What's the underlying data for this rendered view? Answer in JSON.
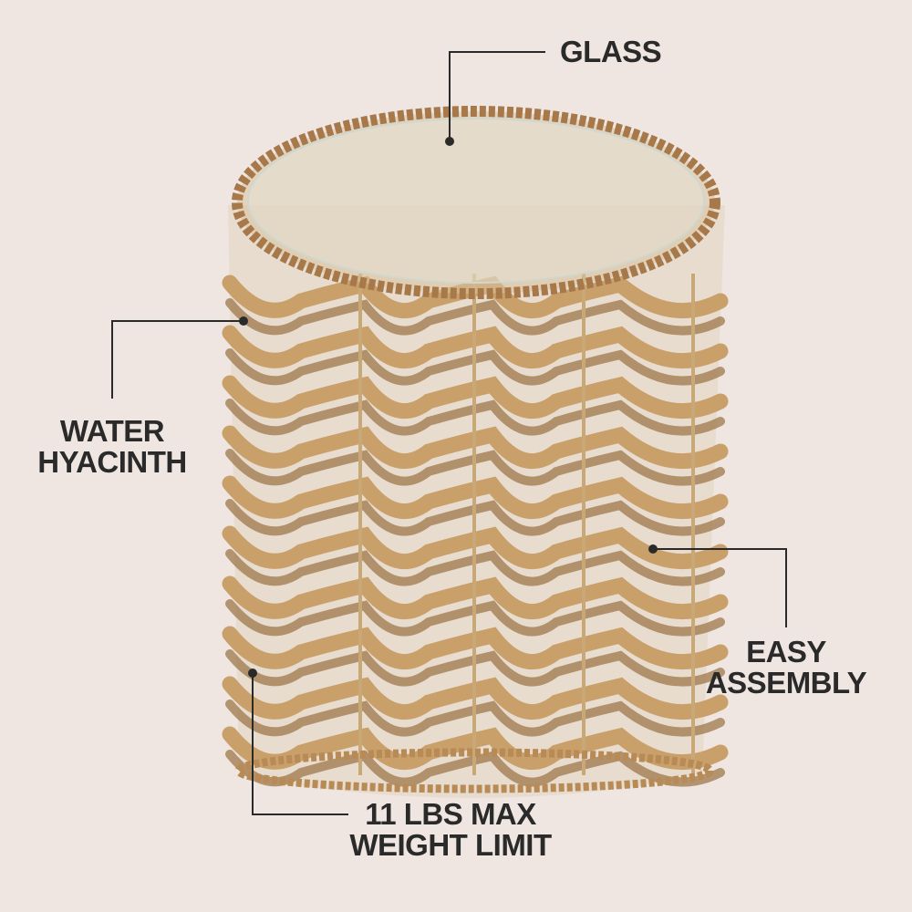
{
  "callouts": {
    "glass": {
      "line1": "GLASS"
    },
    "material": {
      "line1": "WATER",
      "line2": "HYACINTH"
    },
    "assembly": {
      "line1": "EASY",
      "line2": "ASSEMBLY"
    },
    "weight": {
      "line1": "11 LBS MAX",
      "line2": "WEIGHT LIMIT"
    }
  },
  "colors": {
    "background": "#efe6e1",
    "text": "#2a2a2a",
    "weave": "#c9a06a",
    "weave_dark": "#9a7040",
    "glass": "#dfe3dc"
  }
}
